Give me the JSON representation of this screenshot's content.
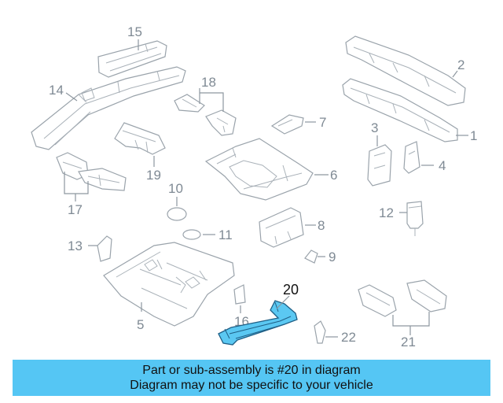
{
  "callouts": {
    "c1": "1",
    "c2": "2",
    "c3": "3",
    "c4": "4",
    "c5": "5",
    "c6": "6",
    "c7": "7",
    "c8": "8",
    "c9": "9",
    "c10": "10",
    "c11": "11",
    "c12": "12",
    "c13": "13",
    "c14": "14",
    "c15": "15",
    "c16": "16",
    "c17": "17",
    "c18": "18",
    "c19": "19",
    "c20": "20",
    "c21": "21",
    "c22": "22"
  },
  "highlighted_part": "20",
  "colors": {
    "highlight": "#5bc8f2",
    "banner": "#55c6f4",
    "callout_text": "#7f8a94"
  },
  "banner": {
    "line1": "Part or sub-assembly is #20 in diagram",
    "line2": "Diagram may not be specific to your vehicle"
  }
}
